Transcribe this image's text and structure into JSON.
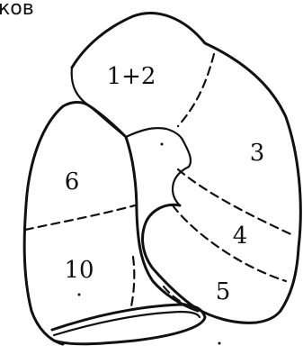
{
  "corner_text": "ков",
  "segments": [
    {
      "id": "seg-1-2",
      "label": "1+2"
    },
    {
      "id": "seg-3",
      "label": "3"
    },
    {
      "id": "seg-4",
      "label": "4"
    },
    {
      "id": "seg-5",
      "label": "5"
    },
    {
      "id": "seg-6",
      "label": "6"
    },
    {
      "id": "seg-10",
      "label": "10"
    }
  ]
}
